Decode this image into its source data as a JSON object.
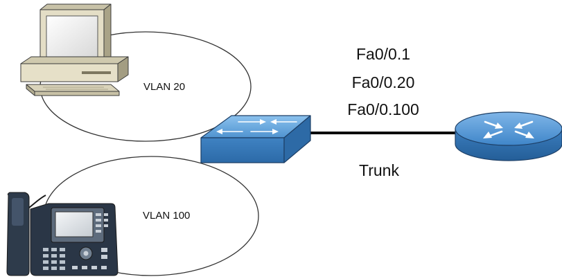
{
  "diagram": {
    "vlan_groups": [
      {
        "label": "VLAN 20"
      },
      {
        "label": "VLAN 100"
      }
    ],
    "subinterfaces": [
      "Fa0/0.1",
      "Fa0/0.20",
      "Fa0/0.100"
    ],
    "link_label": "Trunk"
  },
  "icons": {
    "pc": "desktop-computer-icon",
    "phone": "ip-phone-icon",
    "switch": "layer2-switch-icon",
    "router": "router-icon"
  },
  "colors": {
    "switch_blue": "#5b9fd6",
    "router_blue": "#4c8fd0",
    "pc_beige": "#e6e0c8",
    "phone_dark": "#2c3a4a",
    "outline": "#222222"
  }
}
